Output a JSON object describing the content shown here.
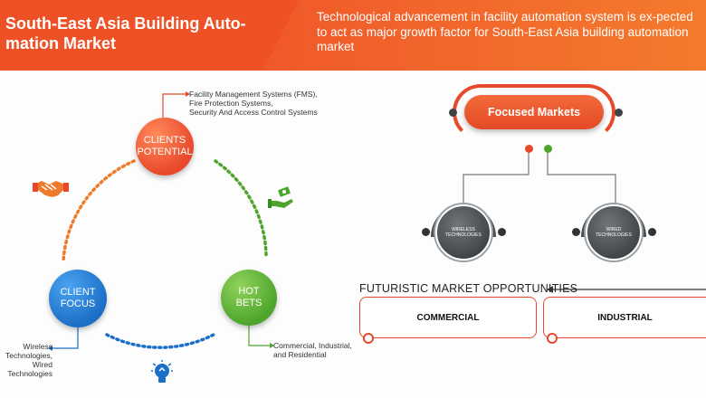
{
  "header": {
    "title": "South-East Asia Building Auto-mation Market",
    "subtitle": "Technological advancement in facility automation system is ex-pected to act as major growth factor for South-East Asia building automation market"
  },
  "cycle": {
    "clients_potential": {
      "line1": "CLIENTS",
      "line2": "POTENTIAL"
    },
    "client_focus": {
      "line1": "CLIENT",
      "line2": "FOCUS"
    },
    "hot_bets": {
      "line1": "HOT",
      "line2": "BETS"
    },
    "potential_notes": [
      "Facility Management Systems (FMS),",
      "Fire Protection Systems,",
      "Security And Access Control Systems"
    ],
    "focus_notes": [
      "Wireless",
      "Technologies,",
      "Wired",
      "Technologies"
    ],
    "bets_notes": [
      "Commercial, Industrial,",
      "and Residential"
    ]
  },
  "focused_markets": {
    "title": "Focused Markets",
    "wireless": {
      "line1": "WIRELESS",
      "line2": "TECHNOLOGIES"
    },
    "wired": {
      "line1": "WIRED",
      "line2": "TECHNOLOGIES"
    }
  },
  "opportunities": {
    "title": "FUTURISTIC MARKET OPPORTUNITIES",
    "boxes": [
      "COMMERCIAL",
      "INDUSTRIAL"
    ]
  },
  "colors": {
    "orange": "#e8492a",
    "blue": "#1c6fc7",
    "green": "#4fa52c",
    "gray": "#3e4346"
  },
  "icons": [
    "handshake-icon",
    "money-hand-icon",
    "lightbulb-icon"
  ]
}
